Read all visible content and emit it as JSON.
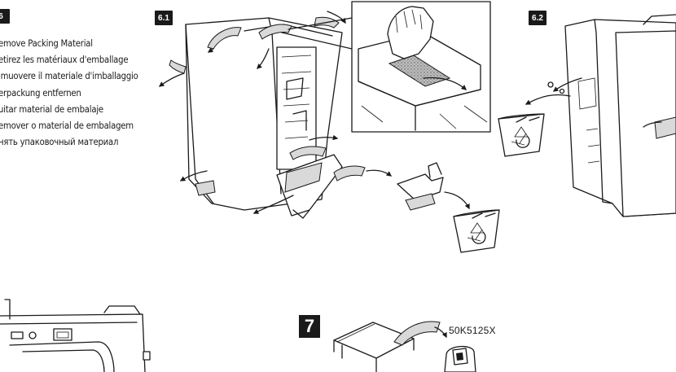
{
  "steps": {
    "step6_badge": "6",
    "sub1_badge": "6.1",
    "sub2_badge": "6.2",
    "step7_badge": "7"
  },
  "instructions": [
    "emove Packing Material",
    "etirez les matériaux d'emballage",
    "imuovere il materiale d'imballaggio",
    "erpackung entfernen",
    "uitar material de embalaje",
    "emover o material de embalagem",
    "нять упаковочный материал"
  ],
  "part_number": "50K5125X",
  "icons": [
    "recycle-bin-icon",
    "arrow-icon",
    "printer-illustration",
    "hand-illustration",
    "roll-illustration"
  ]
}
